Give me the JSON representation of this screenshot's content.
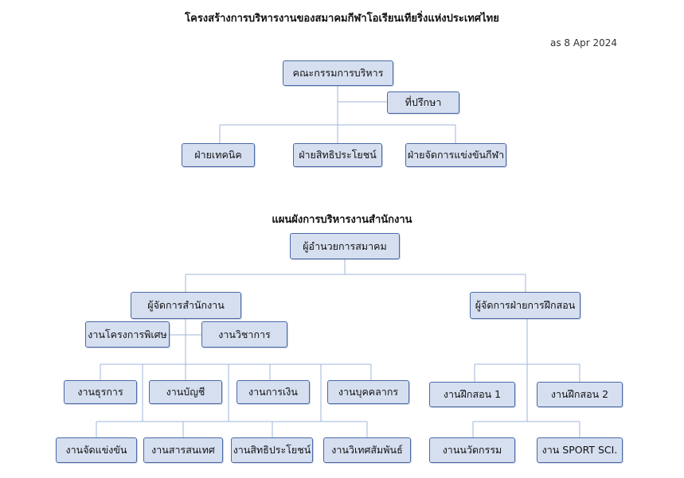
{
  "board_title": "โครงสร้างการบริหารงานของสมาคมกีฬาโอเรียนเทียริ่งแห่งประเทศไทย",
  "as_of": "as 8 Apr 2024",
  "board": {
    "committee": "คณะกรรมการบริหาร",
    "advisor": "ที่ปรึกษา",
    "departments": [
      "ฝ่ายเทคนิค",
      "ฝ่ายสิทธิประโยชน์",
      "ฝ่ายจัดการแข่งขันกีฬา"
    ]
  },
  "office_title": "แผนผังการบริหารงานสำนักงาน",
  "office": {
    "director": "ผู้อำนวยการสมาคม",
    "office_manager": "ผู้จัดการสำนักงาน",
    "special_projects": "งานโครงการพิเศษ",
    "academic": "งานวิชาการ",
    "units_row1": [
      "งานธุรการ",
      "งานบัญชี",
      "งานการเงิน",
      "งานบุคคลากร"
    ],
    "units_row2": [
      "งานจัดแข่งขัน",
      "งานสารสนเทศ",
      "งานสิทธิประโยชน์",
      "งานวิเทศสัมพันธ์"
    ],
    "training_manager": "ผู้จัดการฝ่ายการฝึกสอน",
    "training_units_row1": [
      "งานฝึกสอน 1",
      "งานฝึกสอน 2"
    ],
    "training_units_row2": [
      "งานนวัตกรรม",
      "งาน SPORT SCI."
    ]
  }
}
